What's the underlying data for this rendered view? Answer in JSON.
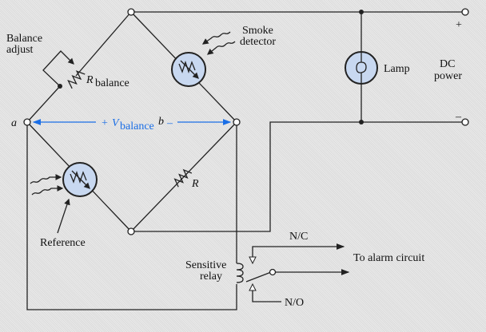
{
  "labels": {
    "balance_adjust_1": "Balance",
    "balance_adjust_2": "adjust",
    "r_balance": "R",
    "r_balance_sub": "balance",
    "smoke_1": "Smoke",
    "smoke_2": "detector",
    "lamp": "Lamp",
    "dc_1": "DC",
    "dc_2": "power",
    "plus": "+",
    "minus": "–",
    "node_a": "a",
    "node_b": "b",
    "v_plus": "+",
    "v": "V",
    "v_sub": "balance",
    "v_minus": "–",
    "r": "R",
    "reference": "Reference",
    "relay_1": "Sensitive",
    "relay_2": "relay",
    "nc": "N/C",
    "no": "N/O",
    "alarm": "To alarm circuit"
  },
  "colors": {
    "wire": "#222222",
    "sensor_fill": "#c8d8f0",
    "voltage_label": "#1a6ee6"
  }
}
